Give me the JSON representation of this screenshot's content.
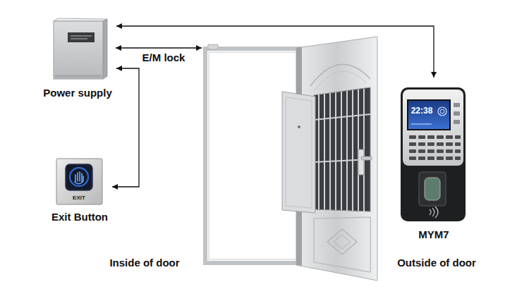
{
  "diagram": {
    "nodes": [
      {
        "text": [
          "Power supply"
        ]
      },
      {
        "text": [
          "Exit Button"
        ]
      },
      {
        "text": [
          "MYM7"
        ]
      }
    ],
    "edges": [
      {
        "from": 0,
        "to": 2,
        "arrow": "both"
      },
      {
        "from": 0,
        "to": 1,
        "arrow": "both"
      }
    ],
    "labels": [
      "E/M lock",
      "EXIT",
      "22:38",
      "Inside of door",
      "Outside of door"
    ]
  }
}
